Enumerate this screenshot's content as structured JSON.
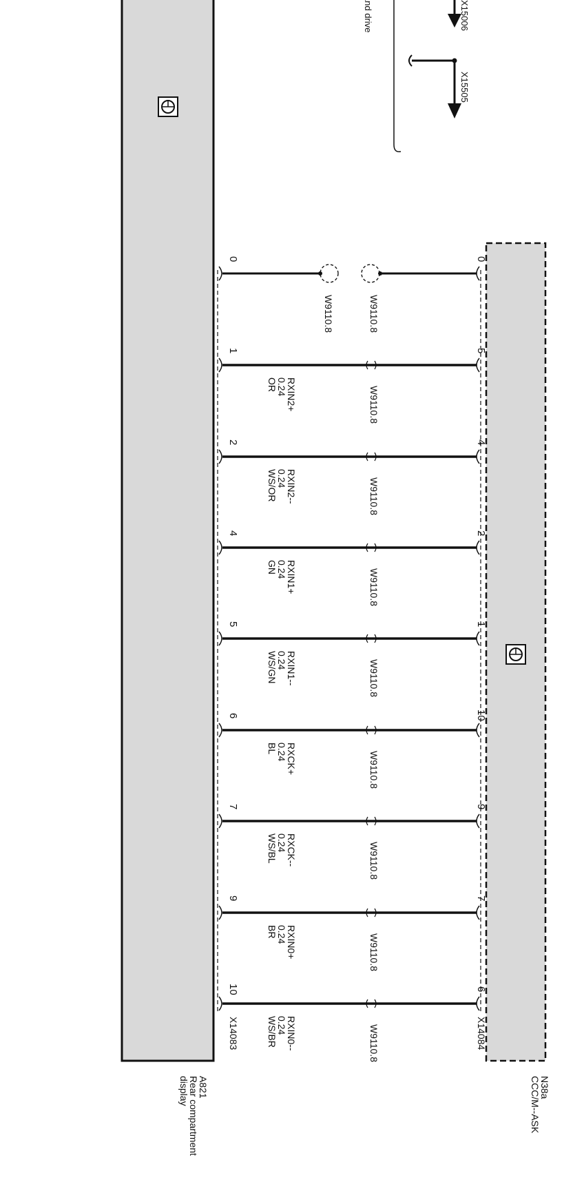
{
  "top": {
    "connector_a": "X15006",
    "connector_b": "X15505",
    "note": "Right-hand drive"
  },
  "module_a": {
    "id": "N38a",
    "name": "CCC/M--ASK",
    "connector": "X14084"
  },
  "module_b": {
    "id": "A821",
    "name_line1": "Rear compartment",
    "name_line2": "display",
    "connector": "X14083"
  },
  "shield": {
    "wire": "W9110.8",
    "pin_a": "0",
    "pin_b": "0"
  },
  "wires": [
    {
      "pin_a": "5",
      "pin_b": "1",
      "signal": "RXIN2+",
      "size": "0.24",
      "color": "OR",
      "harness": "W9110.8"
    },
    {
      "pin_a": "4",
      "pin_b": "2",
      "signal": "RXIN2--",
      "size": "0.24",
      "color": "WS/OR",
      "harness": "W9110.8"
    },
    {
      "pin_a": "2",
      "pin_b": "4",
      "signal": "RXIN1+",
      "size": "0.24",
      "color": "GN",
      "harness": "W9110.8"
    },
    {
      "pin_a": "1",
      "pin_b": "5",
      "signal": "RXIN1--",
      "size": "0.24",
      "color": "WS/GN",
      "harness": "W9110.8"
    },
    {
      "pin_a": "10",
      "pin_b": "6",
      "signal": "RXCK+",
      "size": "0.24",
      "color": "BL",
      "harness": "W9110.8"
    },
    {
      "pin_a": "9",
      "pin_b": "7",
      "signal": "RXCK--",
      "size": "0.24",
      "color": "WS/BL",
      "harness": "W9110.8"
    },
    {
      "pin_a": "7",
      "pin_b": "9",
      "signal": "RXIN0+",
      "size": "0.24",
      "color": "BR",
      "harness": "W9110.8"
    },
    {
      "pin_a": "6",
      "pin_b": "10",
      "signal": "RXIN0--",
      "size": "0.24",
      "color": "WS/BR",
      "harness": "W9110.8"
    }
  ]
}
